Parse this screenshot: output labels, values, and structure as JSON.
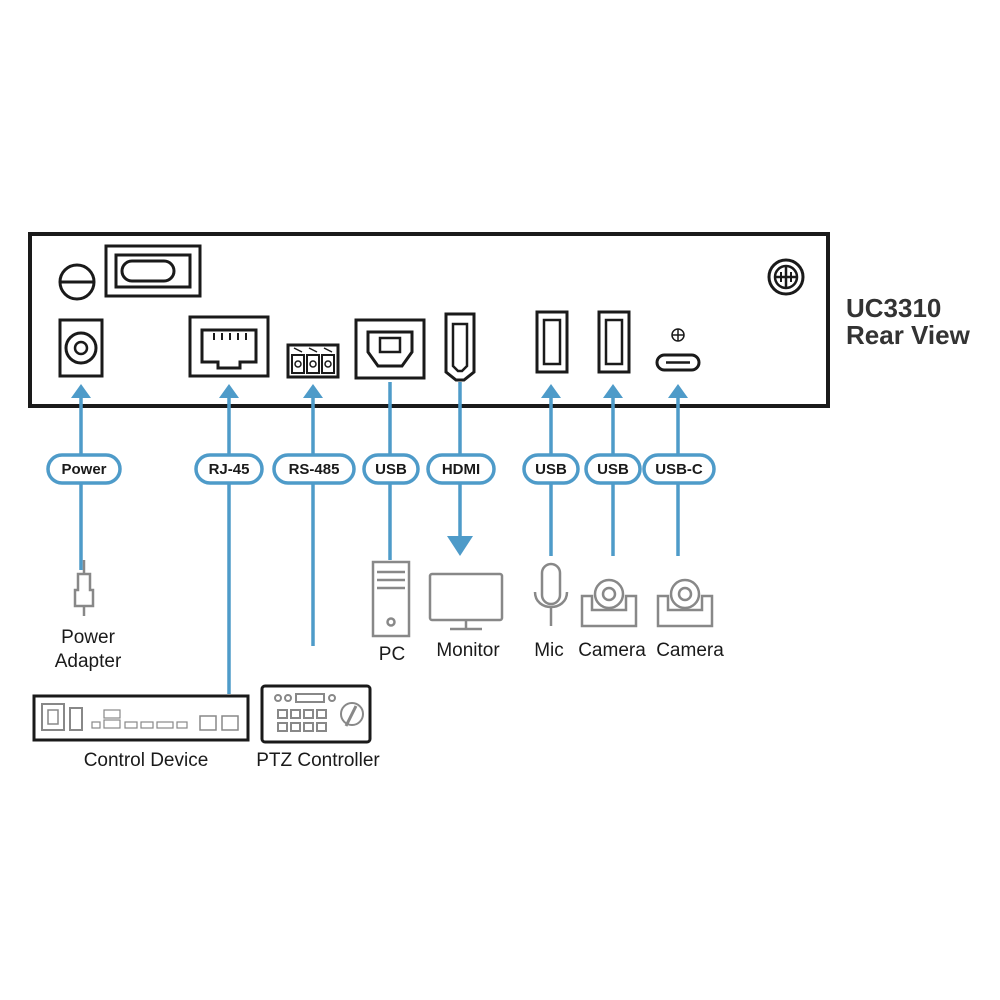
{
  "title": {
    "line1": "UC3310",
    "line2": "Rear View"
  },
  "colors": {
    "cable": "#4e9bc9",
    "outline": "#1a1a1a",
    "device": "#888888"
  },
  "ports": [
    {
      "id": "power",
      "label": "Power",
      "direction": "into-device"
    },
    {
      "id": "rj45",
      "label": "RJ-45",
      "direction": "into-device"
    },
    {
      "id": "rs485",
      "label": "RS-485",
      "direction": "into-device"
    },
    {
      "id": "usb-pc",
      "label": "USB",
      "direction": "none"
    },
    {
      "id": "hdmi",
      "label": "HDMI",
      "direction": "out-of-device"
    },
    {
      "id": "usb-mic",
      "label": "USB",
      "direction": "into-device"
    },
    {
      "id": "usb-cam",
      "label": "USB",
      "direction": "into-device"
    },
    {
      "id": "usbc-cam",
      "label": "USB-C",
      "direction": "into-device"
    }
  ],
  "devices": {
    "power_adapter": {
      "line1": "Power",
      "line2": "Adapter",
      "icon": "plug-icon"
    },
    "pc": {
      "label": "PC",
      "icon": "pc-tower-icon"
    },
    "monitor": {
      "label": "Monitor",
      "icon": "monitor-icon"
    },
    "mic": {
      "label": "Mic",
      "icon": "microphone-icon"
    },
    "camera1": {
      "label": "Camera",
      "icon": "ptz-camera-icon"
    },
    "camera2": {
      "label": "Camera",
      "icon": "ptz-camera-icon"
    },
    "control_device": {
      "label": "Control Device",
      "icon": "control-device-icon"
    },
    "ptz_controller": {
      "label": "PTZ Controller",
      "icon": "ptz-controller-icon"
    }
  }
}
